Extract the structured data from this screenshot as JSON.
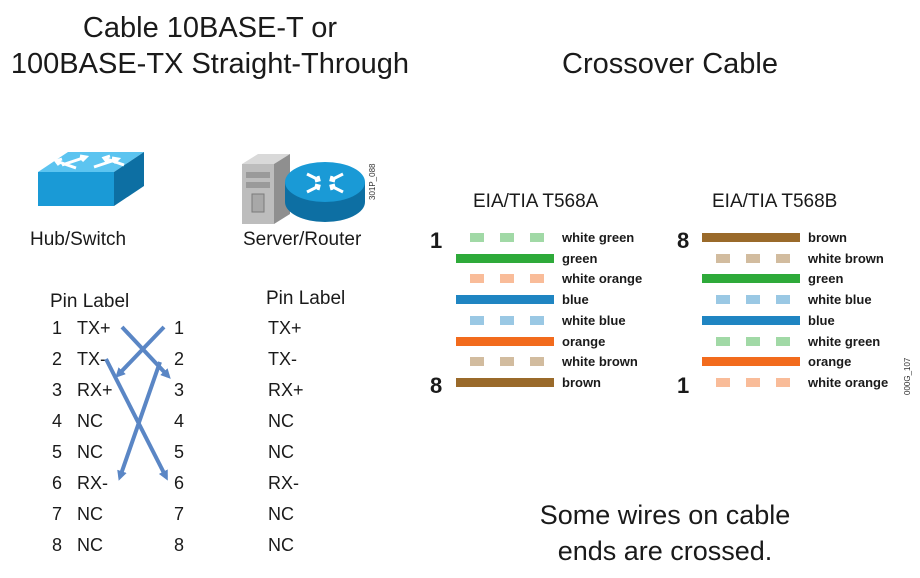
{
  "straight": {
    "title_line1": "Cable 10BASE-T or",
    "title_line2": "100BASE-TX Straight-Through",
    "hub_label": "Hub/Switch",
    "server_label": "Server/Router",
    "device_code": "301P_088",
    "left_header": "Pin Label",
    "right_header": "Pin Label",
    "rows": [
      {
        "left_num": "1",
        "left_label": "TX+",
        "right_num": "1",
        "right_label": "TX+"
      },
      {
        "left_num": "2",
        "left_label": "TX-",
        "right_num": "2",
        "right_label": "TX-"
      },
      {
        "left_num": "3",
        "left_label": "RX+",
        "right_num": "3",
        "right_label": "RX+"
      },
      {
        "left_num": "4",
        "left_label": "NC",
        "right_num": "4",
        "right_label": "NC"
      },
      {
        "left_num": "5",
        "left_label": "NC",
        "right_num": "5",
        "right_label": "NC"
      },
      {
        "left_num": "6",
        "left_label": "RX-",
        "right_num": "6",
        "right_label": "RX-"
      },
      {
        "left_num": "7",
        "left_label": "NC",
        "right_num": "7",
        "right_label": "NC"
      },
      {
        "left_num": "8",
        "left_label": "NC",
        "right_num": "8",
        "right_label": "NC"
      }
    ],
    "arrow_color": "#5a86c5"
  },
  "crossover": {
    "title": "Crossover Cable",
    "t568a": {
      "title": "EIA/TIA T568A",
      "top_num": "1",
      "bottom_num": "8",
      "wires": [
        {
          "label": "white green",
          "color": "#2eaa3a",
          "striped": true
        },
        {
          "label": "green",
          "color": "#2eaa3a",
          "striped": false
        },
        {
          "label": "white orange",
          "color": "#f26b1d",
          "striped": true
        },
        {
          "label": "blue",
          "color": "#1f85c2",
          "striped": false
        },
        {
          "label": "white blue",
          "color": "#1f85c2",
          "striped": true
        },
        {
          "label": "orange",
          "color": "#f26b1d",
          "striped": false
        },
        {
          "label": "white brown",
          "color": "#9a6a2a",
          "striped": true
        },
        {
          "label": "brown",
          "color": "#9a6a2a",
          "striped": false
        }
      ]
    },
    "t568b": {
      "title": "EIA/TIA T568B",
      "top_num": "8",
      "bottom_num": "1",
      "wires": [
        {
          "label": "brown",
          "color": "#9a6a2a",
          "striped": false
        },
        {
          "label": "white brown",
          "color": "#9a6a2a",
          "striped": true
        },
        {
          "label": "green",
          "color": "#2eaa3a",
          "striped": false
        },
        {
          "label": "white blue",
          "color": "#1f85c2",
          "striped": true
        },
        {
          "label": "blue",
          "color": "#1f85c2",
          "striped": false
        },
        {
          "label": "white green",
          "color": "#2eaa3a",
          "striped": true
        },
        {
          "label": "orange",
          "color": "#f26b1d",
          "striped": false
        },
        {
          "label": "white orange",
          "color": "#f26b1d",
          "striped": true
        }
      ]
    },
    "figure_code": "000G_107",
    "note_line1": "Some wires on cable",
    "note_line2": "ends are crossed."
  },
  "colors": {
    "device_blue": "#1a9ad6",
    "device_blue_dark": "#0d6fa3",
    "server_gray": "#bdbdbd"
  }
}
